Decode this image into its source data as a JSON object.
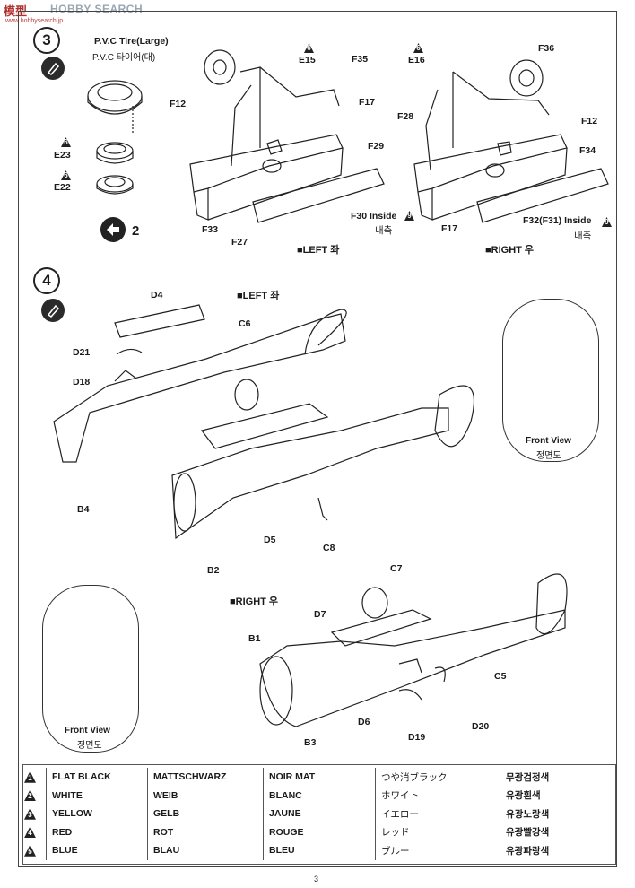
{
  "watermark": {
    "brand_mark": "模型",
    "brand_text": "HOBBY SEARCH",
    "url": "www.hobbysearch.jp"
  },
  "step3": {
    "number": "3",
    "tire_title": "P.V.C Tire(Large)",
    "tire_title_kr": "P.V.C 타이어(대)",
    "tags": {
      "e23": "6",
      "e22": "6",
      "e15": "6",
      "e16": "6",
      "f30": "9",
      "f32": "9"
    },
    "parts": {
      "e23": "E23",
      "e22": "E22",
      "e15": "E15",
      "e16": "E16",
      "f35": "F35",
      "f12_left": "F12",
      "f17_left": "F17",
      "f29": "F29",
      "f33": "F33",
      "f27": "F27",
      "f30_inside": "F30 Inside",
      "f30_kr": "내측",
      "f36": "F36",
      "f28": "F28",
      "f12_right": "F12",
      "f34": "F34",
      "f17_right": "F17",
      "f32_inside": "F32(F31) Inside",
      "f32_kr": "내측"
    },
    "repeat_count": "2",
    "left_title": "■LEFT 좌",
    "right_title": "■RIGHT 우"
  },
  "step4": {
    "number": "4",
    "left_title": "■LEFT 좌",
    "right_title": "■RIGHT 우",
    "parts": {
      "d4": "D4",
      "c6": "C6",
      "d21": "D21",
      "d18": "D18",
      "b4": "B4",
      "d5": "D5",
      "c8": "C8",
      "b2": "B2",
      "c7": "C7",
      "d7": "D7",
      "b1": "B1",
      "c5": "C5",
      "d6": "D6",
      "d19": "D19",
      "d20": "D20",
      "b3": "B3"
    },
    "front_view": "Front View",
    "front_view_kr": "정면도"
  },
  "color_table": [
    {
      "num": "1",
      "en": "FLAT BLACK",
      "de": "MATTSCHWARZ",
      "fr": "NOIR MAT",
      "jp": "つや消ブラック",
      "kr": "무광검정색"
    },
    {
      "num": "2",
      "en": "WHITE",
      "de": "WEIB",
      "fr": "BLANC",
      "jp": "ホワイト",
      "kr": "유광흰색"
    },
    {
      "num": "3",
      "en": "YELLOW",
      "de": "GELB",
      "fr": "JAUNE",
      "jp": "イエロー",
      "kr": "유광노랑색"
    },
    {
      "num": "4",
      "en": "RED",
      "de": "ROT",
      "fr": "ROUGE",
      "jp": "レッド",
      "kr": "유광빨강색"
    },
    {
      "num": "5",
      "en": "BLUE",
      "de": "BLAU",
      "fr": "BLEU",
      "jp": "ブルー",
      "kr": "유광파랑색"
    }
  ],
  "page_number": "3"
}
